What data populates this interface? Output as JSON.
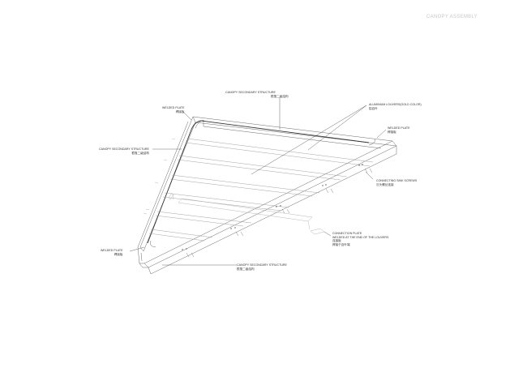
{
  "drawing": {
    "title": "CANOPY ASSEMBLY",
    "colors": {
      "line": "#6a6a6a",
      "light_line": "#b8b8b8",
      "accent_line": "#333333",
      "title": "#c8c8c8"
    }
  },
  "labels": {
    "secondary_structure_top": {
      "en": "CANOPY SECONDARY STRUCTURE",
      "cn": "檐篷二级结构"
    },
    "louvers": {
      "en": "ALUMINIUM LOUVERS(GOLD COLOR)",
      "cn": "铝百叶"
    },
    "welded_plate_top_left": {
      "en": "WELDED PLATE",
      "cn": "焊接板"
    },
    "welded_plate_right": {
      "en": "WELDED PLATE",
      "cn": "焊接板"
    },
    "secondary_structure_left": {
      "en": "CANOPY SECONDARY STRUCTURE",
      "cn": "檐篷二级结构"
    },
    "connecting_sink_screws": {
      "en": "CONNECTING SINK SCREWS",
      "cn": "沉头螺丝连接"
    },
    "connection_plate": {
      "en": "CONNECTION PLATE",
      "en2": "WELDED AT THE END OF THE LOUVERS",
      "cn": "连接板",
      "cn2": "焊接于百叶端"
    },
    "welded_plate_bottom_left": {
      "en": "WELDED PLATE",
      "cn": "焊接板"
    },
    "secondary_structure_bottom": {
      "en": "CANOPY SECONDARY STRUCTURE",
      "cn": "檐篷二级结构"
    }
  }
}
